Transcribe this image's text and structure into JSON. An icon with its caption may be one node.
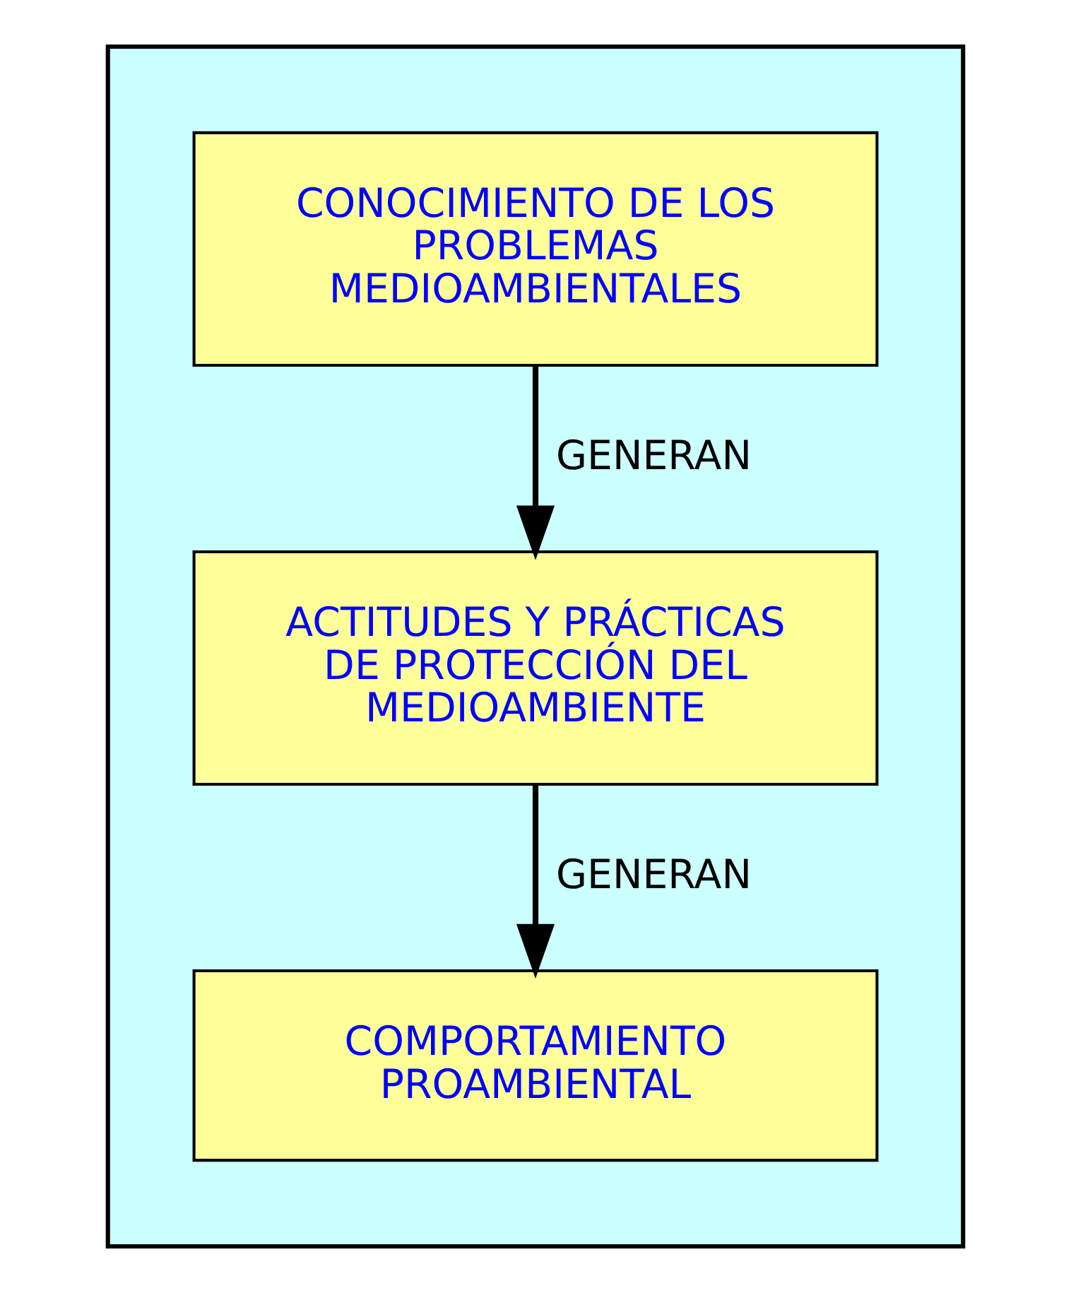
{
  "diagram": {
    "nodes": [
      {
        "text": [],
        "shape": "box"
      },
      {
        "text": [
          "CONOCIMIENTO DE LOS PROBLEMAS MEDIOAMBIENTALES"
        ],
        "in": 0
      },
      {
        "text": [
          "ACTITUDES Y PRÁCTICAS DE PROTECCIÓN DEL MEDIOAMBIENTE"
        ],
        "in": 0
      },
      {
        "text": [
          "COMPORTAMIENTO PROAMBIENTAL"
        ],
        "in": 0
      }
    ],
    "edges": [
      {
        "from": 1,
        "to": 2,
        "arrow": "to",
        "label": "GENERAN"
      },
      {
        "from": 2,
        "to": 3,
        "arrow": "to",
        "label": "GENERAN"
      }
    ]
  }
}
